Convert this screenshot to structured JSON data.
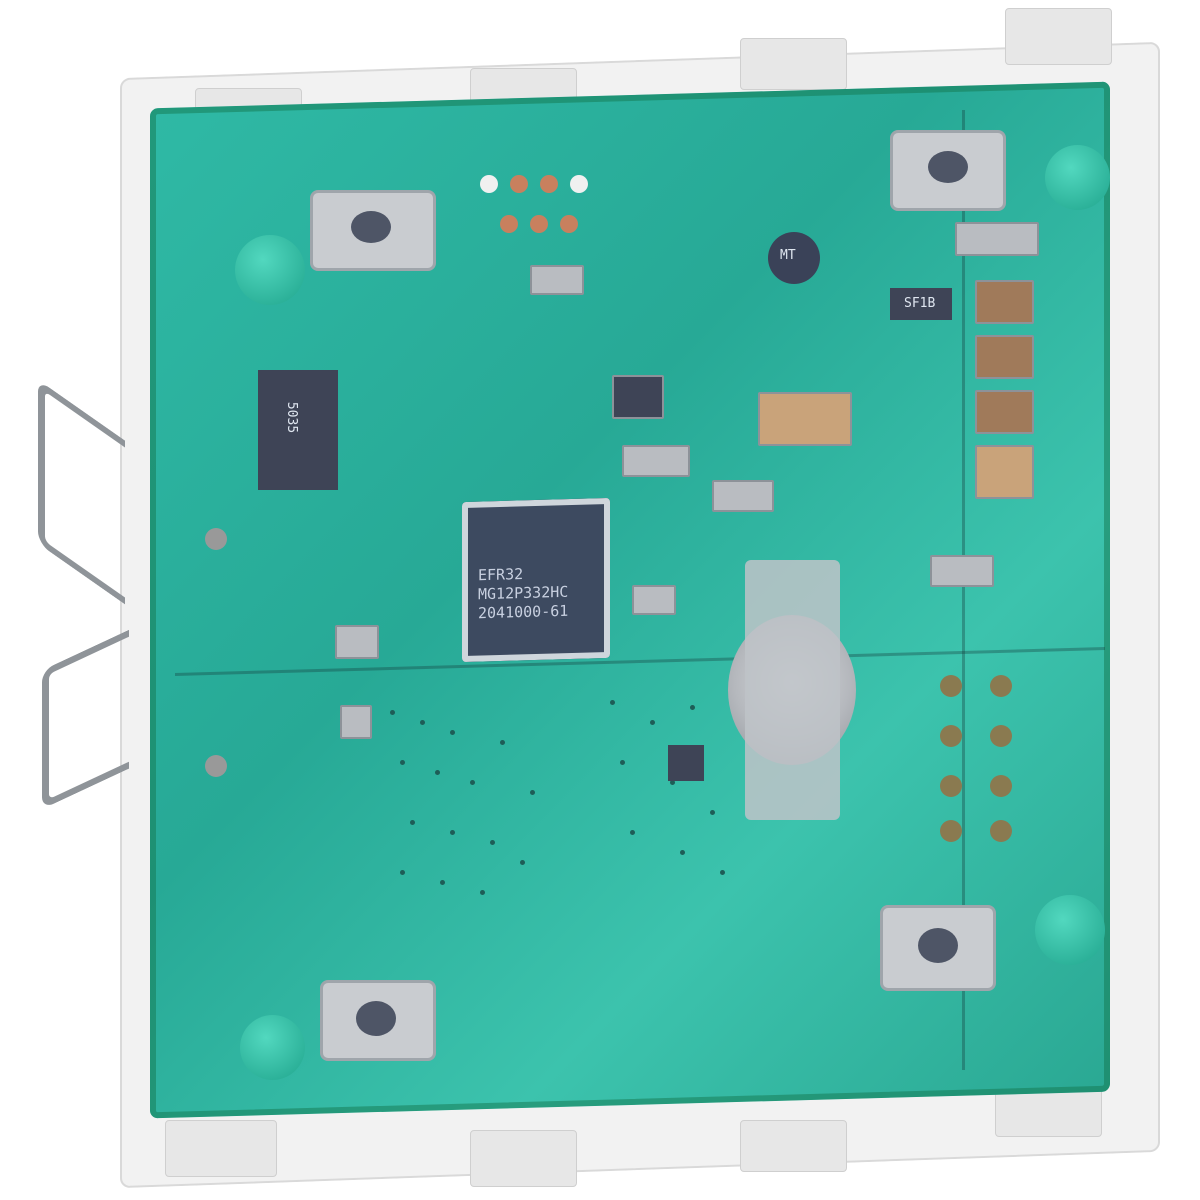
{
  "image": {
    "subject": "Wireless switch PCB module (rear view) in white plastic frame",
    "background_color": "#ffffff",
    "frame_color": "#f2f2f2",
    "pcb_color": "#2fb9a5"
  },
  "main_chip": {
    "line1": "EFR32",
    "line2": "MG12P332HC",
    "line3": "2041000-61"
  },
  "small_ic_label": "SF1B",
  "inductor_label": "MT",
  "left_ic_label": "5035",
  "components": {
    "tactile_buttons": 4,
    "coin_cell_holder": 1,
    "spring_clips": 2
  }
}
